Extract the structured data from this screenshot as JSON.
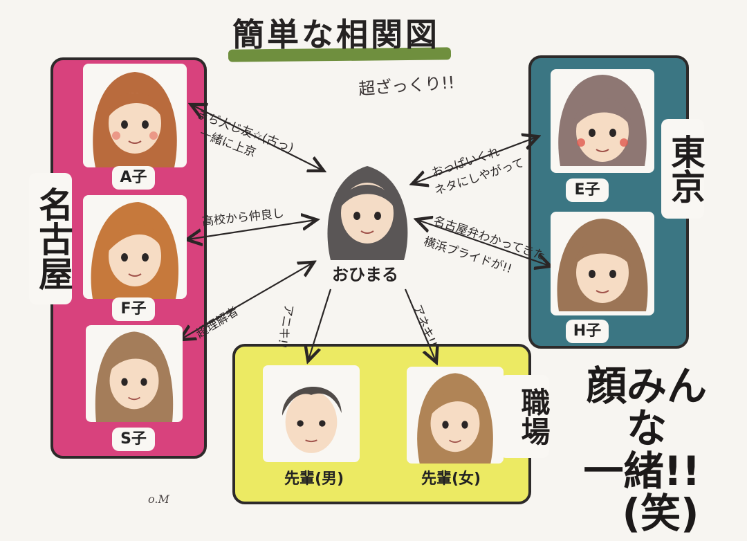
{
  "title": "簡単な相関図",
  "subtitle": "超ざっくり!!",
  "center": {
    "name": "おひまる"
  },
  "regions": {
    "nagoya": "名古屋",
    "tokyo": "東京",
    "work": "職場"
  },
  "people": {
    "a": "A子",
    "f": "F子",
    "s": "S子",
    "e": "E子",
    "h": "H子",
    "senpai_m": "先輩(男)",
    "senpai_f": "先輩(女)"
  },
  "relations": {
    "a_1": "まぢ大じ友☆(古っ)",
    "a_2": "一緒に上京",
    "f": "高校から仲良し",
    "s": "超理解者",
    "e_1": "おっぱいくれ",
    "e_2": "ネタにしやがって",
    "h_1": "名古屋弁わかってきた",
    "h_2": "横浜プライドが!!",
    "senpai_m": "アニキ!!",
    "senpai_f": "アネキ!!"
  },
  "side_note": {
    "line1": "顔みんな",
    "line2": "一緒!!",
    "line3": "(笑)"
  },
  "signature": "o.M",
  "colors": {
    "nagoya": "#d8427d",
    "tokyo": "#3b7683",
    "work": "#ecea63",
    "title_highlight": "#6f8f3e"
  }
}
